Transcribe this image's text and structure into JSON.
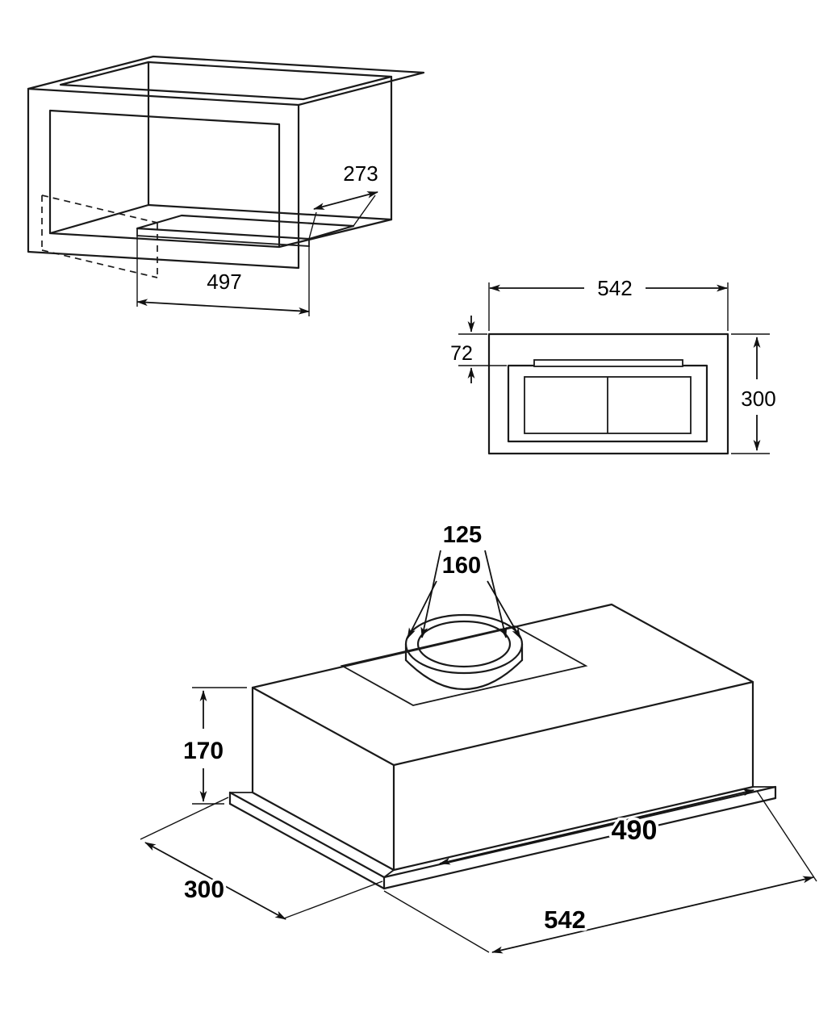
{
  "colors": {
    "background": "#ffffff",
    "line": "#1a1a1a",
    "text": "#000000"
  },
  "cabinet_cutout_view": {
    "cutout_depth_mm": "273",
    "cutout_width_mm": "497"
  },
  "plan_view": {
    "overall_width_mm": "542",
    "front_inset_mm": "72",
    "overall_depth_mm": "300"
  },
  "unit_view": {
    "duct_inner_diameter_mm": "125",
    "duct_outer_diameter_mm": "160",
    "body_height_mm": "170",
    "body_depth_mm": "300",
    "body_width_mm": "490",
    "overall_width_mm": "542"
  }
}
